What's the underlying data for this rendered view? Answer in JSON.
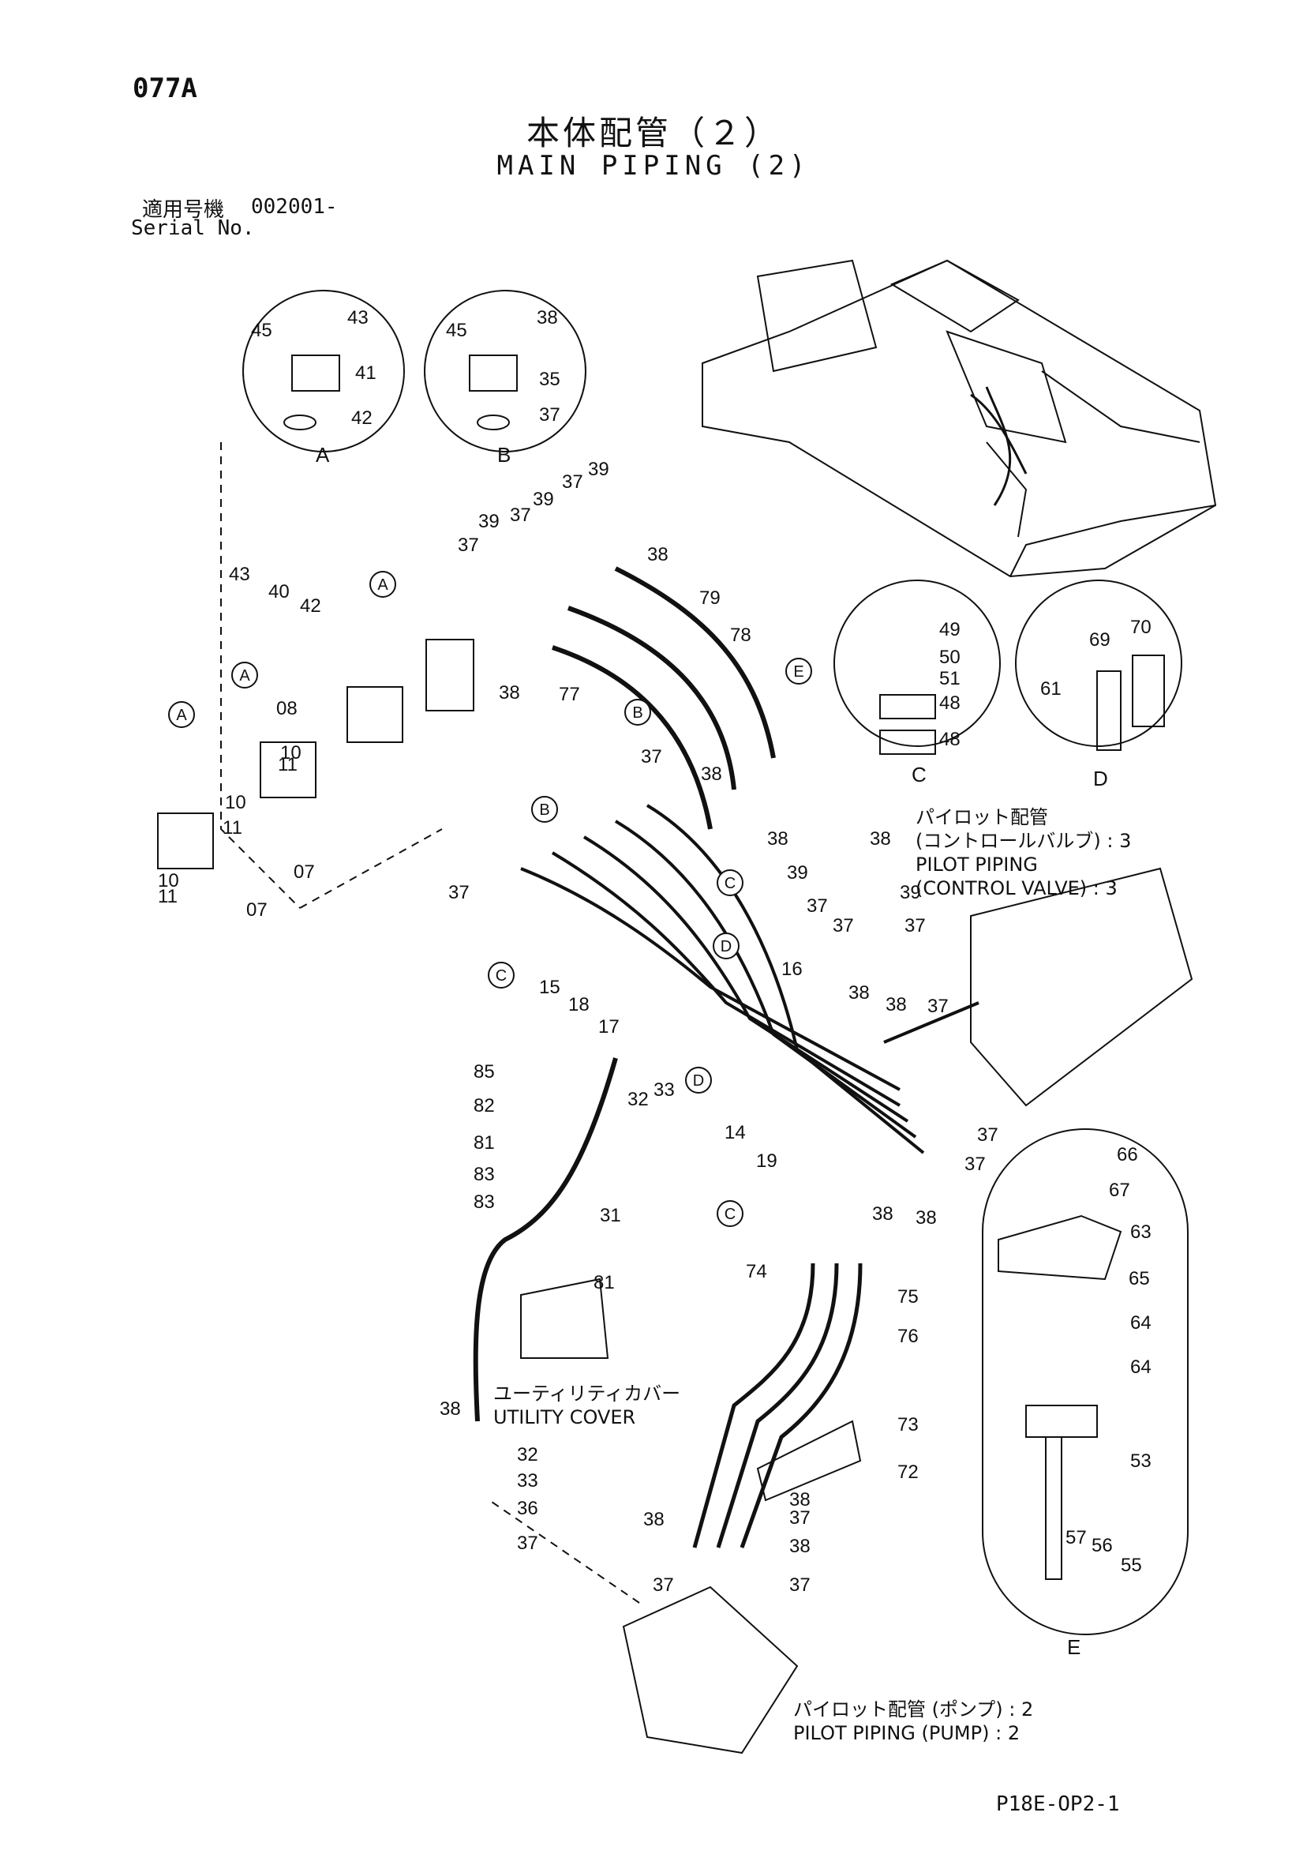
{
  "page_code": "077A",
  "title_ja": "本体配管（２）",
  "title_en": "MAIN PIPING (2)",
  "serial_label_ja": "適用号機",
  "serial_value": "002001-",
  "serial_label_en": "Serial No.",
  "notes": {
    "control_valve_ja": "パイロット配管",
    "control_valve_ja2": "(コントロールバルブ) : 3",
    "control_valve_en": "PILOT PIPING",
    "control_valve_en2": "(CONTROL VALVE) : 3",
    "utility_cover_ja": "ユーティリティカバー",
    "utility_cover_en": "UTILITY COVER",
    "pump_ja": "パイロット配管 (ポンプ) : 2",
    "pump_en": "PILOT PIPING (PUMP) : 2"
  },
  "detail_views": [
    "A",
    "B",
    "C",
    "D",
    "E"
  ],
  "callouts": {
    "detail_a": [
      "45",
      "43",
      "41",
      "42"
    ],
    "detail_b": [
      "45",
      "38",
      "35",
      "37"
    ],
    "detail_c": [
      "49",
      "50",
      "51",
      "48",
      "48"
    ],
    "detail_d": [
      "69",
      "70",
      "61"
    ],
    "detail_e": [
      "66",
      "67",
      "63",
      "65",
      "64",
      "64",
      "53",
      "57",
      "56",
      "55"
    ],
    "hoses_top": [
      "37",
      "39",
      "37",
      "39",
      "37",
      "39",
      "38",
      "38",
      "79",
      "78",
      "77"
    ],
    "left_blocks": [
      "43",
      "40",
      "42",
      "08",
      "10",
      "11",
      "10",
      "11",
      "07",
      "10",
      "11",
      "07"
    ],
    "center": [
      "37",
      "38",
      "38",
      "38",
      "39",
      "37",
      "37",
      "39",
      "37",
      "37",
      "15",
      "18",
      "17",
      "16",
      "14",
      "19",
      "38",
      "38",
      "37",
      "37",
      "37",
      "38",
      "38",
      "32",
      "33"
    ],
    "utility": [
      "85",
      "82",
      "81",
      "83",
      "83",
      "31",
      "81",
      "38",
      "32",
      "33",
      "36",
      "37"
    ],
    "pump": [
      "74",
      "75",
      "76",
      "73",
      "72",
      "38",
      "38",
      "37",
      "38",
      "37",
      "37"
    ]
  },
  "page_ref": "P18E-OP2-1"
}
